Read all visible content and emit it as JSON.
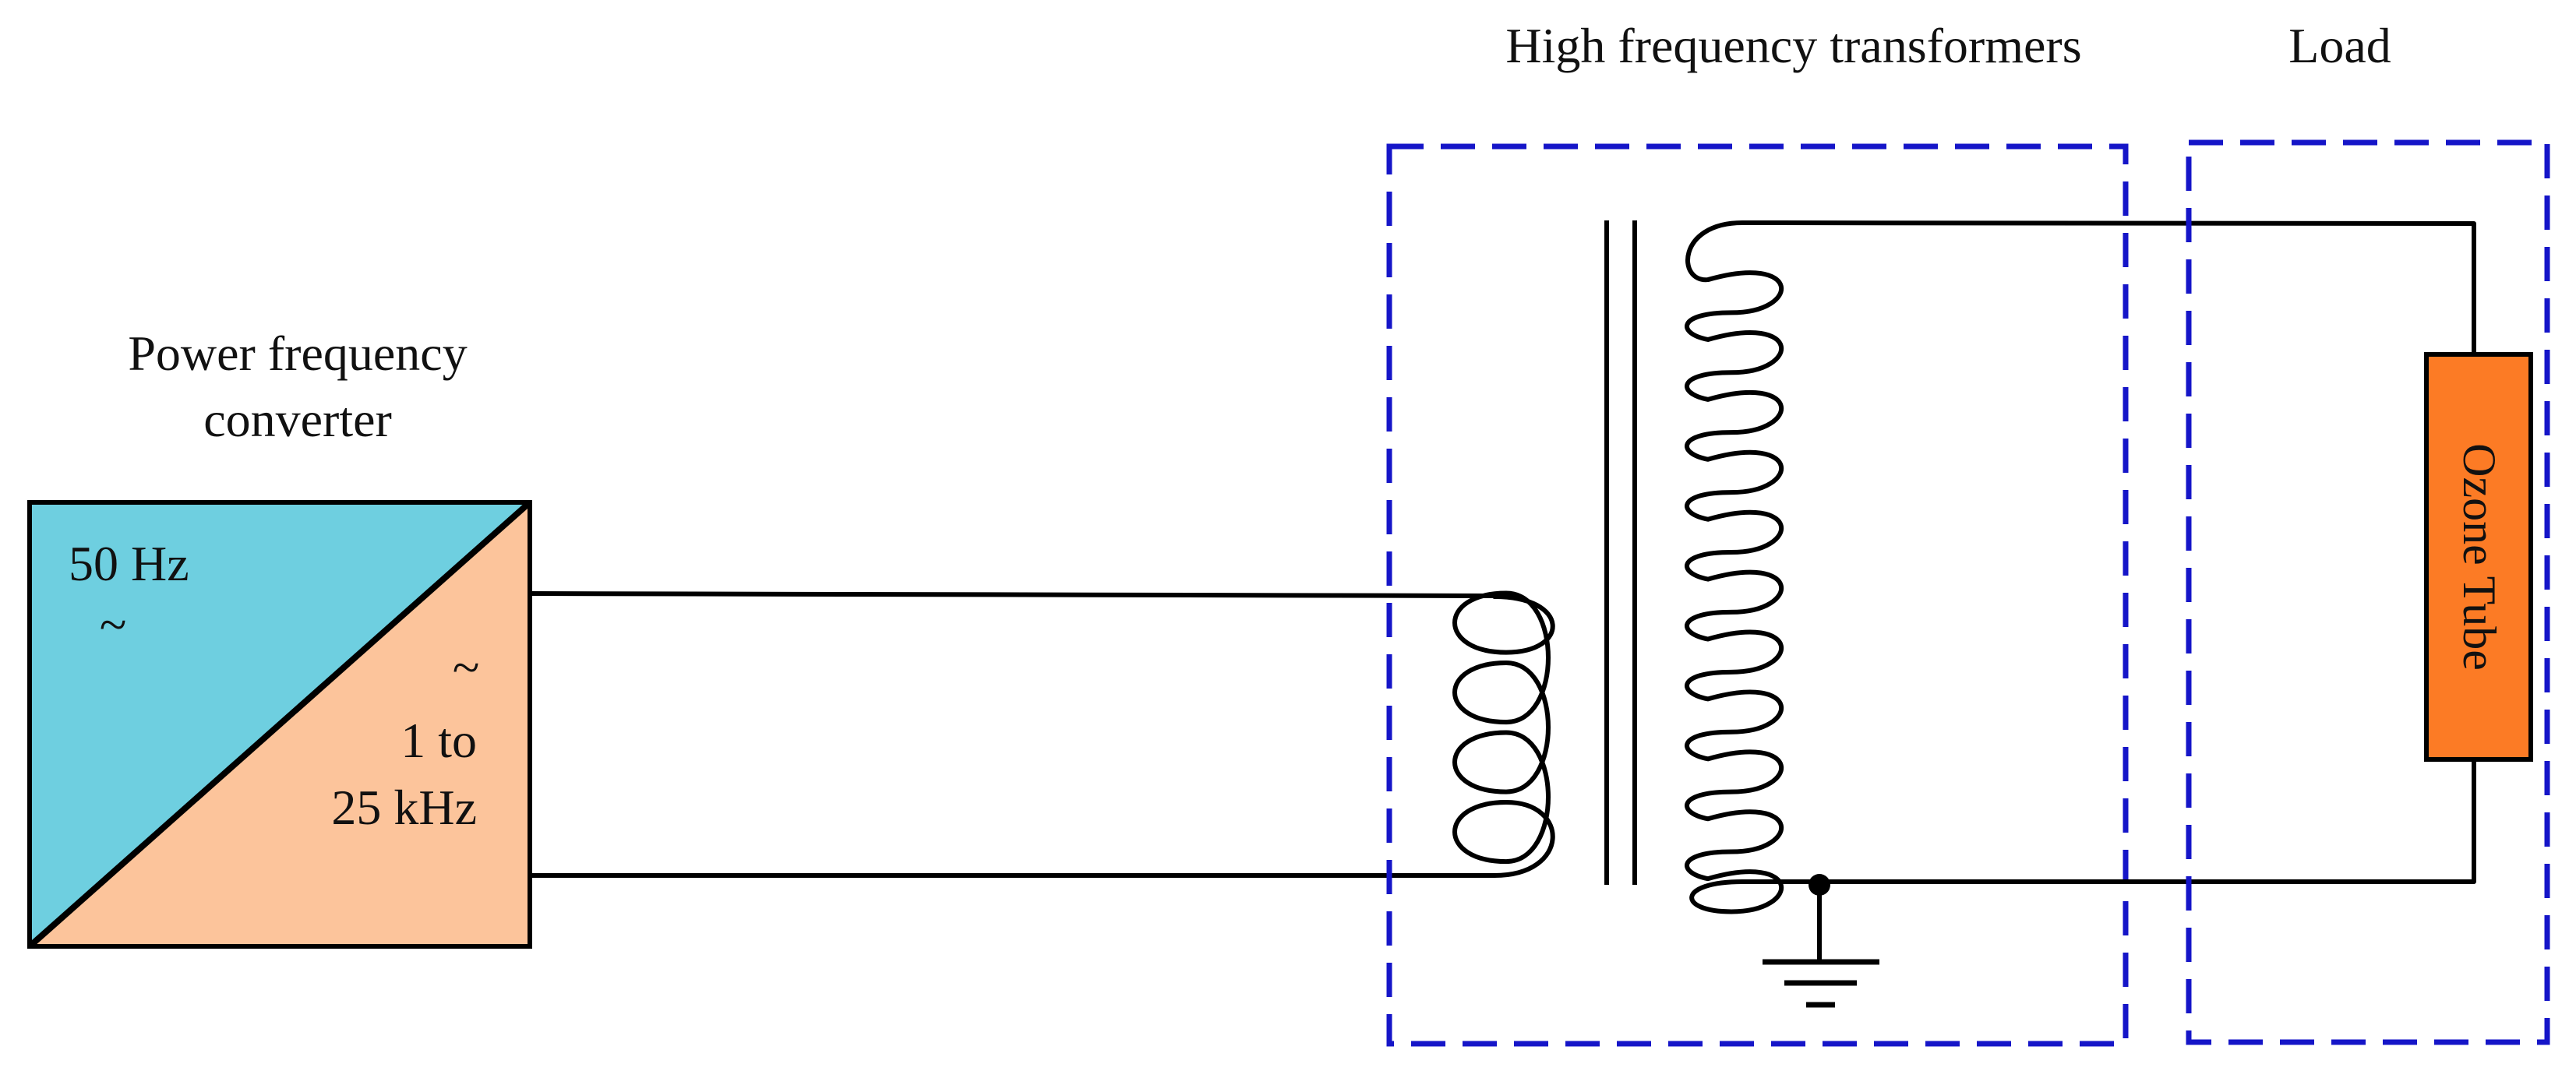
{
  "labels": {
    "converter_title_line1": "Power frequency",
    "converter_title_line2": "converter",
    "transformers_title": "High frequency transformers",
    "load_title": "Load",
    "input_freq": "50 Hz",
    "input_tilde": "~",
    "output_tilde": "~",
    "output_freq_line1": "1 to",
    "output_freq_line2": "25 kHz",
    "ozone_tube": "Ozone Tube"
  },
  "colors": {
    "converter_input_fill": "#6ecfe0",
    "converter_output_fill": "#fcc49b",
    "ozone_tube_fill": "#fc7b25",
    "dashed_box_stroke": "#1515c8",
    "wire_stroke": "#000000"
  }
}
